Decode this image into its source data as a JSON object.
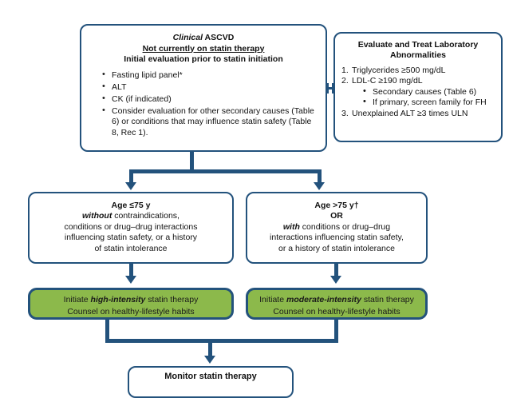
{
  "diagram": {
    "title": "Statin therapy initiation flowchart for clinical ASCVD",
    "colors": {
      "border_blue": "#23527c",
      "green_fill": "#8cb94b",
      "background": "#ffffff",
      "text": "#111111"
    }
  },
  "ascvd_box": {
    "heading_line1_italic": "Clinical",
    "heading_line1_rest": " ASCVD",
    "heading_line2": "Not currently on statin therapy",
    "heading_line3": "Initial evaluation prior to statin initiation",
    "bullets": [
      "Fasting lipid panel*",
      "ALT",
      "CK (if indicated)",
      "Consider evaluation for other secondary causes (Table 6) or conditions that may influence statin safety (Table 8, Rec 1)."
    ]
  },
  "lab_box": {
    "heading_line1": "Evaluate and Treat Laboratory",
    "heading_line2": "Abnormalities",
    "items": [
      {
        "num": "1.",
        "text": "Triglycerides ≥500 mg/dL",
        "sub": []
      },
      {
        "num": "2.",
        "text": "LDL-C ≥190 mg/dL",
        "sub": [
          "Secondary causes (Table 6)",
          "If primary, screen family for FH"
        ]
      },
      {
        "num": "3.",
        "text": "Unexplained ALT ≥3 times ULN",
        "sub": []
      }
    ]
  },
  "age_le_box": {
    "line1": "Age ≤75 y",
    "line2_bold_italic": "without",
    "line2_rest": " contraindications,",
    "line3": "conditions or drug–drug interactions",
    "line4": "influencing statin safety, or a history",
    "line5": "of statin intolerance"
  },
  "age_gt_box": {
    "line1": "Age >75 y†",
    "line2": "OR",
    "line3_bold_italic": "with",
    "line3_rest": " conditions or drug–drug",
    "line4": "interactions influencing statin safety,",
    "line5": "or a history of statin intolerance"
  },
  "green_high_box": {
    "line1_pre": "Initiate ",
    "line1_emph": "high-intensity",
    "line1_post": " statin therapy",
    "line2": "Counsel on healthy-lifestyle habits"
  },
  "green_moderate_box": {
    "line1_pre": "Initiate ",
    "line1_emph": "moderate-intensity",
    "line1_post": " statin therapy",
    "line2": "Counsel on healthy-lifestyle habits"
  },
  "monitor_box": {
    "title": "Monitor statin therapy"
  }
}
